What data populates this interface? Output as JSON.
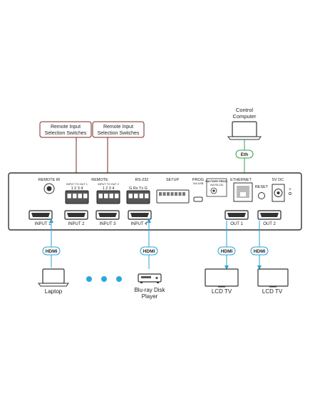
{
  "callouts": {
    "left_line1": "Remote Input",
    "left_line2": "Selection Switches",
    "right_line1": "Remote Input",
    "right_line2": "Selection Switches"
  },
  "control": {
    "line1": "Control",
    "line2": "Computer",
    "eth_badge": "Eth"
  },
  "panel": {
    "remote_ir": "REMOTE IR",
    "remote": "REMOTE",
    "rs232": "RS-232",
    "setup": "SETUP",
    "prog": "PROG",
    "via_usb": "VIA USB",
    "factory_prog": "FACTORY PROG.",
    "via_rs232": "VIA RS-232",
    "ethernet": "ETHERNET",
    "reset": "RESET",
    "dc": "5V DC",
    "out1_header": "INPUT TO OUT 1",
    "out2_header": "INPUT TO OUT 2",
    "pins": "1 2 3 4",
    "rs232_pins": "G Rx Tx G",
    "input1": "INPUT 1",
    "input2": "INPUT 2",
    "input3": "INPUT 3",
    "input4": "INPUT 4",
    "out1": "OUT 1",
    "out2": "OUT 2"
  },
  "badges": {
    "hdmi": "HDMI"
  },
  "devices": {
    "laptop": "Laptop",
    "bluray_line1": "Blu-ray Disk",
    "bluray_line2": "Player",
    "tv1": "LCD TV",
    "tv2": "LCD TV"
  },
  "colors": {
    "callout_line": "#7a2a22",
    "hdmi_line": "#29a3d8",
    "eth_line": "#3aa048",
    "dots": "#2aa7df"
  }
}
